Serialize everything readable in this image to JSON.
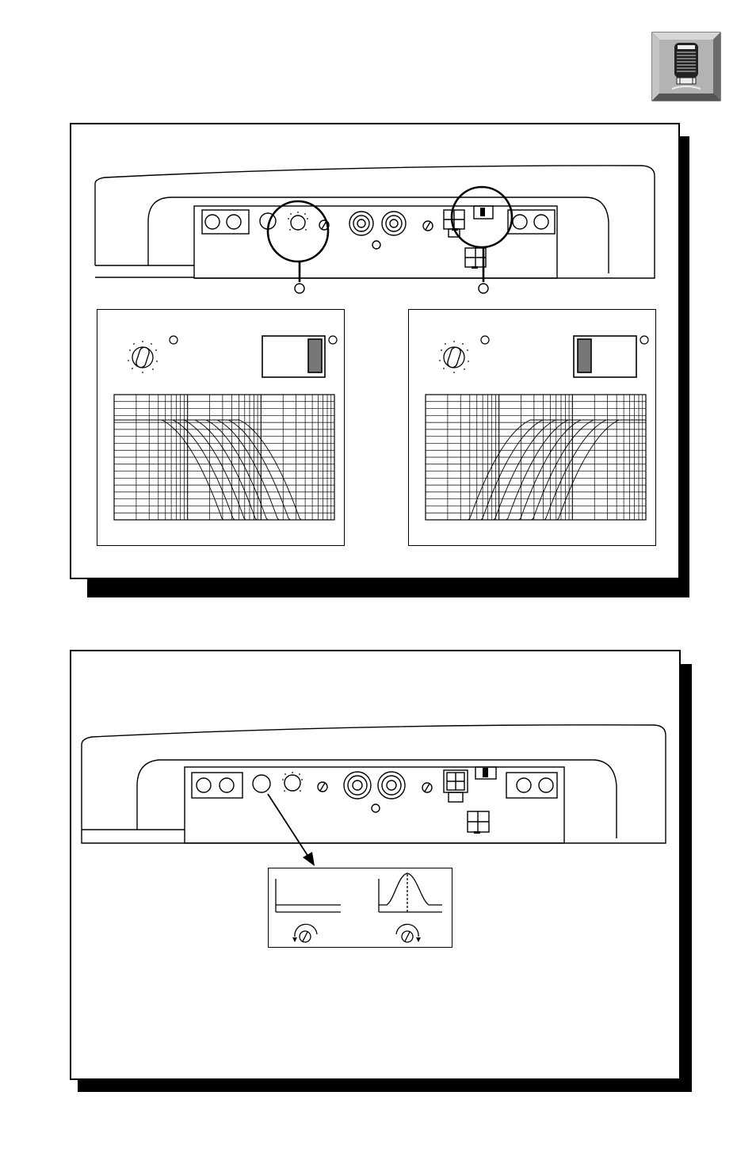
{
  "colors": {
    "ink": "#000000",
    "paper": "#ffffff",
    "switch_fill": "#777777",
    "logo_bevel_light": "#d8d8d8",
    "logo_bevel_dark": "#6b6b6b",
    "logo_face": "#b3b3b3"
  },
  "icons": {
    "corner_logo": "amplifier-product-icon",
    "callout_arrow": "arrow-icon"
  },
  "figure_top": {
    "callouts": [
      "crossover-knob",
      "filter-mode-switch"
    ],
    "left_inset": {
      "switch_position": "right",
      "response": "low-pass",
      "curve_count": 8
    },
    "right_inset": {
      "switch_position": "left",
      "response": "high-pass",
      "curve_count": 8
    }
  },
  "figure_bottom": {
    "callout": "bass-eq-knob",
    "inset": {
      "left_response": "flat",
      "right_response": "peak",
      "left_rotation": "counter-clockwise",
      "right_rotation": "clockwise"
    }
  }
}
